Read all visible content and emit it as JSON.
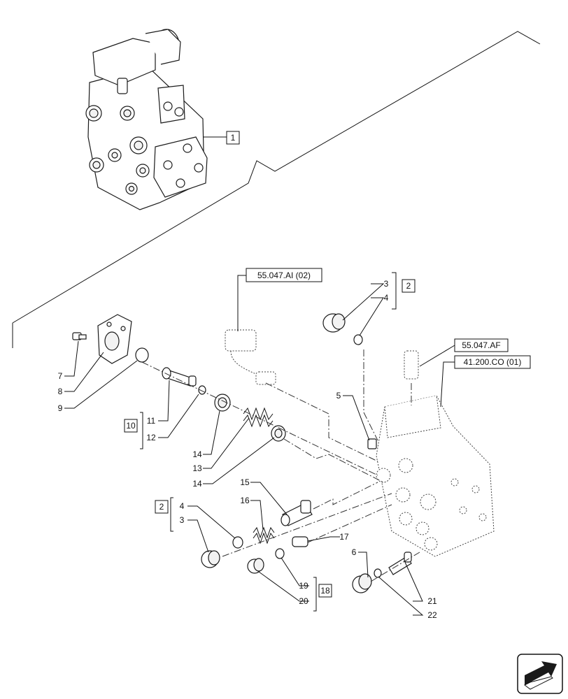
{
  "diagram": {
    "callouts": {
      "c1": "1",
      "c2a": "2",
      "c2b": "2",
      "c10": "10",
      "c18": "18",
      "n3a": "3",
      "n4a": "4",
      "n5": "5",
      "n6": "6",
      "n7": "7",
      "n8": "8",
      "n9": "9",
      "n11": "11",
      "n12": "12",
      "n13": "13",
      "n14a": "14",
      "n14b": "14",
      "n15": "15",
      "n16": "16",
      "n17": "17",
      "n4b": "4",
      "n3b": "3",
      "n19": "19",
      "n20": "20",
      "n21": "21",
      "n22": "22"
    },
    "references": {
      "ref_a": "55.047.AI (02)",
      "ref_b": "55.047.AF",
      "ref_c": "41.200.CO (01)"
    }
  },
  "nav": {
    "icon": "next-page-arrow-icon"
  }
}
